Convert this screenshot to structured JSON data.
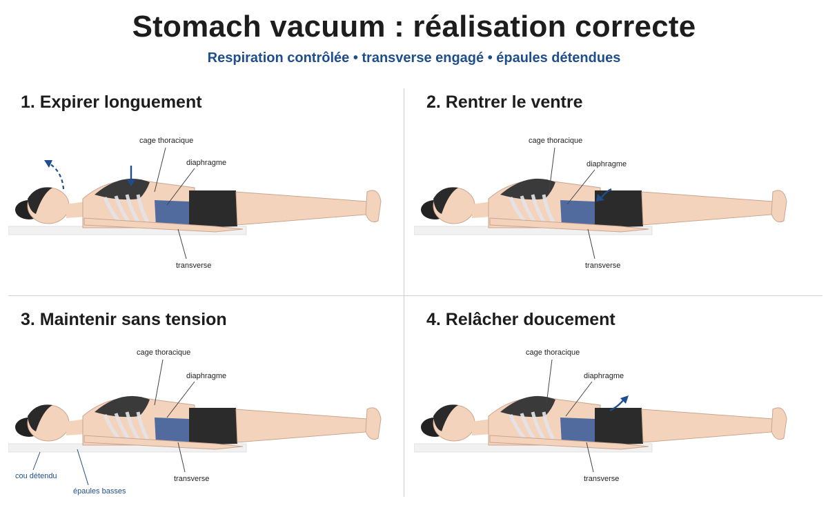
{
  "header": {
    "title": "Stomach vacuum : réalisation correcte",
    "subtitle": "Respiration contrôlée • transverse engagé • épaules détendues"
  },
  "colors": {
    "accent": "#1f4e8c",
    "skin": "#f4d3bd",
    "shorts": "#2b2b2b",
    "transverse": "#3f5f9a"
  },
  "panels": [
    {
      "title": "1. Expirer longuement",
      "labels": {
        "cage": "cage thoracique",
        "diaphragm": "diaphragme",
        "transverse": "transverse"
      },
      "icons": [
        "exhale-arrow-icon",
        "chest-down-arrow-icon"
      ]
    },
    {
      "title": "2. Rentrer le ventre",
      "labels": {
        "cage": "cage thoracique",
        "diaphragm": "diaphragme",
        "transverse": "transverse"
      },
      "icons": [
        "belly-in-arrow-icon"
      ]
    },
    {
      "title": "3. Maintenir sans tension",
      "labels": {
        "cage": "cage thoracique",
        "diaphragm": "diaphragme",
        "transverse": "transverse",
        "neck": "cou détendu",
        "shoulders": "épaules basses"
      },
      "icons": []
    },
    {
      "title": "4. Relâcher doucement",
      "labels": {
        "cage": "cage thoracique",
        "diaphragm": "diaphragme",
        "transverse": "transverse"
      },
      "icons": [
        "release-arrow-icon"
      ]
    }
  ]
}
